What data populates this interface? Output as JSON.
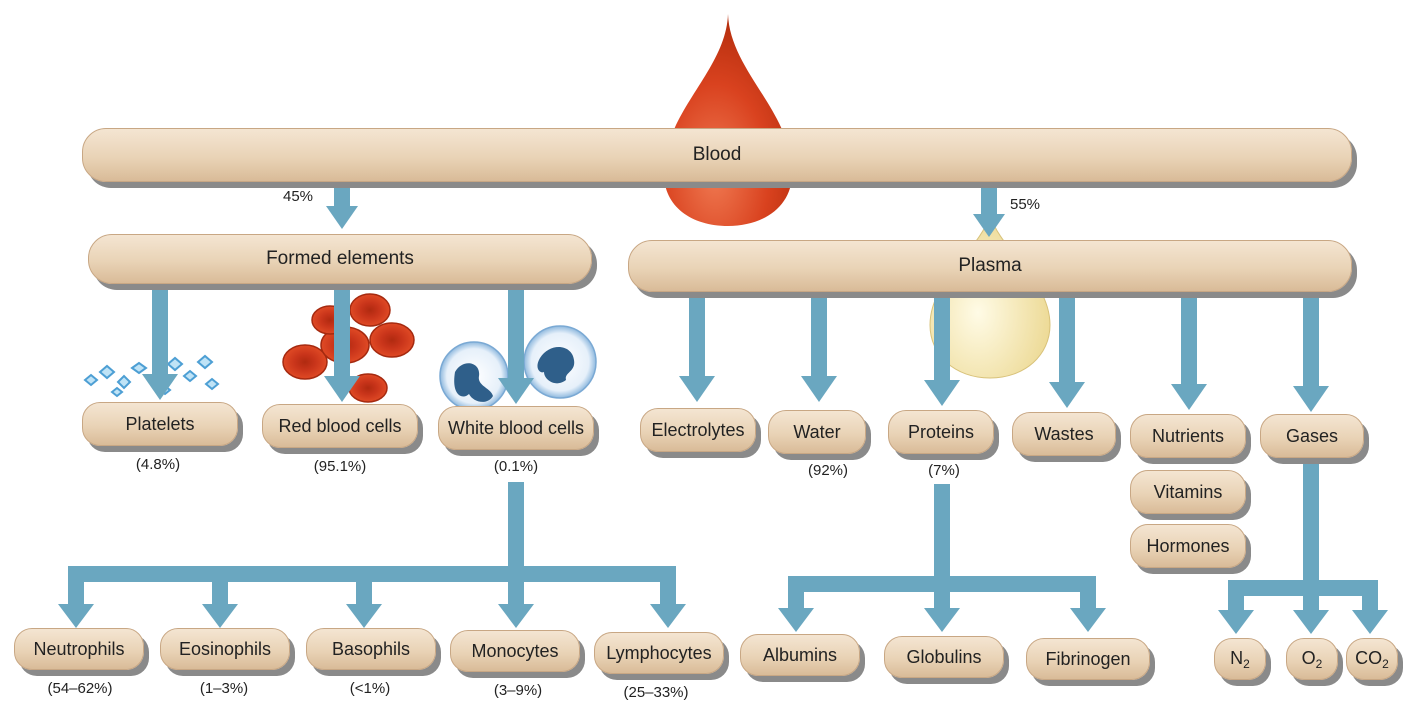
{
  "root": {
    "label": "Blood"
  },
  "formed": {
    "label": "Formed elements",
    "pct": "45%"
  },
  "plasma": {
    "label": "Plasma",
    "pct": "55%"
  },
  "platelets": {
    "label": "Platelets",
    "pct": "(4.8%)"
  },
  "red_cells": {
    "label": "Red blood cells",
    "pct": "(95.1%)"
  },
  "white_cells": {
    "label": "White blood cells",
    "pct": "(0.1%)"
  },
  "wbc_types": [
    {
      "label": "Neutrophils",
      "pct": "(54–62%)"
    },
    {
      "label": "Eosinophils",
      "pct": "(1–3%)"
    },
    {
      "label": "Basophils",
      "pct": "(<1%)"
    },
    {
      "label": "Monocytes",
      "pct": "(3–9%)"
    },
    {
      "label": "Lymphocytes",
      "pct": "(25–33%)"
    }
  ],
  "plasma_parts": {
    "electrolytes": {
      "label": "Electrolytes"
    },
    "water": {
      "label": "Water",
      "pct": "(92%)"
    },
    "proteins": {
      "label": "Proteins",
      "pct": "(7%)"
    },
    "wastes": {
      "label": "Wastes"
    },
    "nutrients": {
      "label": "Nutrients"
    },
    "vitamins": {
      "label": "Vitamins"
    },
    "hormones": {
      "label": "Hormones"
    },
    "gases": {
      "label": "Gases"
    }
  },
  "proteins_types": [
    "Albumins",
    "Globulins",
    "Fibrinogen"
  ],
  "gases_types": [
    {
      "symbol": "N",
      "subscript": "2"
    },
    {
      "symbol": "O",
      "subscript": "2"
    },
    {
      "symbol": "CO",
      "subscript": "2"
    }
  ],
  "colors": {
    "arrow": "#6aa7c0",
    "drop": "#d9421f",
    "plasma_drop": "#f3e4a8",
    "cell_red": "#d23a1c",
    "wbc_nucleus": "#2f5f8a",
    "platelet": "#5aa6d8",
    "pill": "#ead5b8"
  }
}
